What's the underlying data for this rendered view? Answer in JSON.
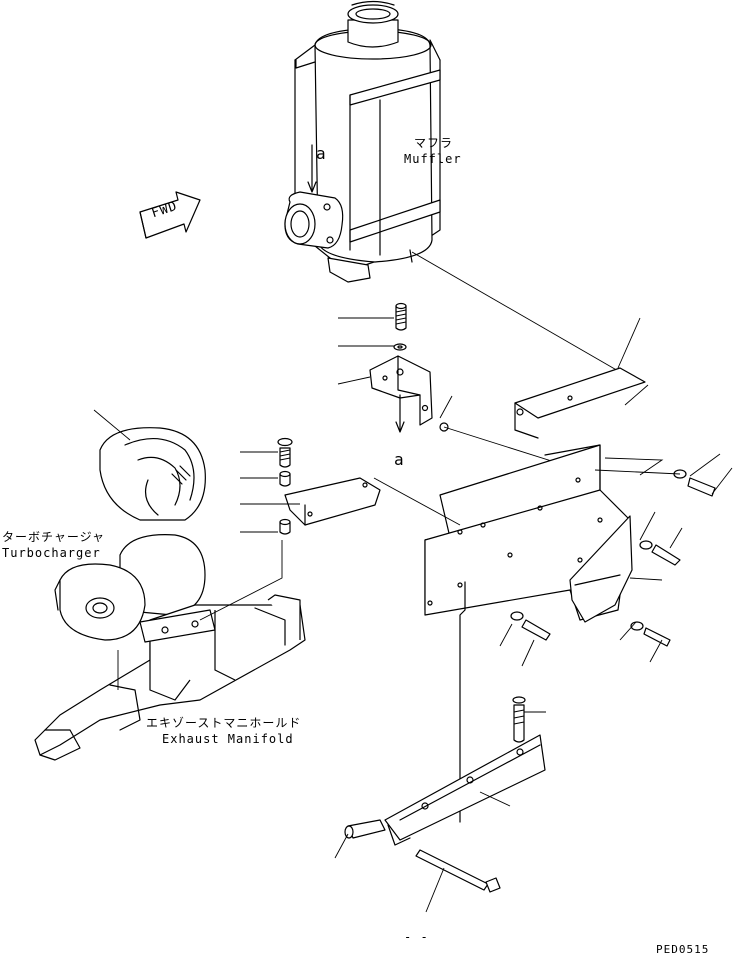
{
  "labels": {
    "muffler_jp": "マフラ",
    "muffler_en": "Muffler",
    "turbo_jp": "ターボチャージャ",
    "turbo_en": "Turbocharger",
    "manifold_jp": "エキゾーストマニホールド",
    "manifold_en": "Exhaust Manifold",
    "fwd": "FWD",
    "view_a_top": "a",
    "view_a_bottom": "a",
    "dash_mark": "- -",
    "drawing_code": "PED0515"
  },
  "colors": {
    "line": "#000000",
    "paper": "#ffffff"
  }
}
